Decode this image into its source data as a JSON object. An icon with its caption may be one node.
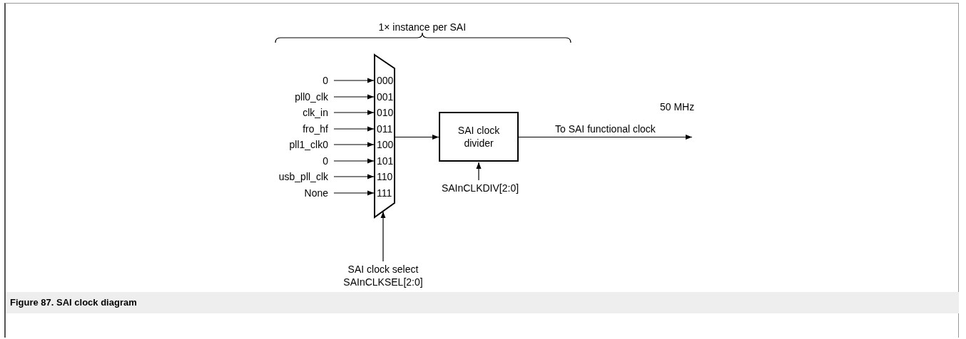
{
  "diagram": {
    "caption": "Figure 87. SAI clock diagram",
    "nodes": [
      {
        "text": [
          "0"
        ]
      },
      {
        "text": [
          "pll0_clk"
        ]
      },
      {
        "text": [
          "clk_in"
        ]
      },
      {
        "text": [
          "fro_hf"
        ]
      },
      {
        "text": [
          "pll1_clk0"
        ]
      },
      {
        "text": [
          "0"
        ]
      },
      {
        "text": [
          "usb_pll_clk"
        ]
      },
      {
        "text": [
          "None"
        ]
      },
      {
        "text": [
          "000",
          "001",
          "010",
          "011",
          "100",
          "101",
          "110",
          "111"
        ]
      },
      {
        "text": [
          "SAI clock divider"
        ]
      },
      {
        "text": [
          "SAI clock select",
          "SAInCLKSEL[2:0]"
        ]
      },
      {
        "text": [
          "SAInCLKDIV[2:0]"
        ]
      }
    ],
    "edges": [
      {
        "from": 0,
        "to": 8,
        "arrow": "to"
      },
      {
        "from": 1,
        "to": 8,
        "arrow": "to"
      },
      {
        "from": 2,
        "to": 8,
        "arrow": "to"
      },
      {
        "from": 3,
        "to": 8,
        "arrow": "to"
      },
      {
        "from": 4,
        "to": 8,
        "arrow": "to"
      },
      {
        "from": 5,
        "to": 8,
        "arrow": "to"
      },
      {
        "from": 6,
        "to": 8,
        "arrow": "to"
      },
      {
        "from": 7,
        "to": 8,
        "arrow": "to"
      },
      {
        "from": 10,
        "to": 8,
        "arrow": "to"
      },
      {
        "from": 8,
        "to": 9,
        "arrow": "to"
      },
      {
        "from": 11,
        "to": 9,
        "arrow": "to"
      },
      {
        "from": 9,
        "to": null,
        "arrow": "to",
        "label": "To SAI functional clock"
      }
    ],
    "labels": [
      "1× instance per SAI",
      "50 MHz"
    ]
  }
}
